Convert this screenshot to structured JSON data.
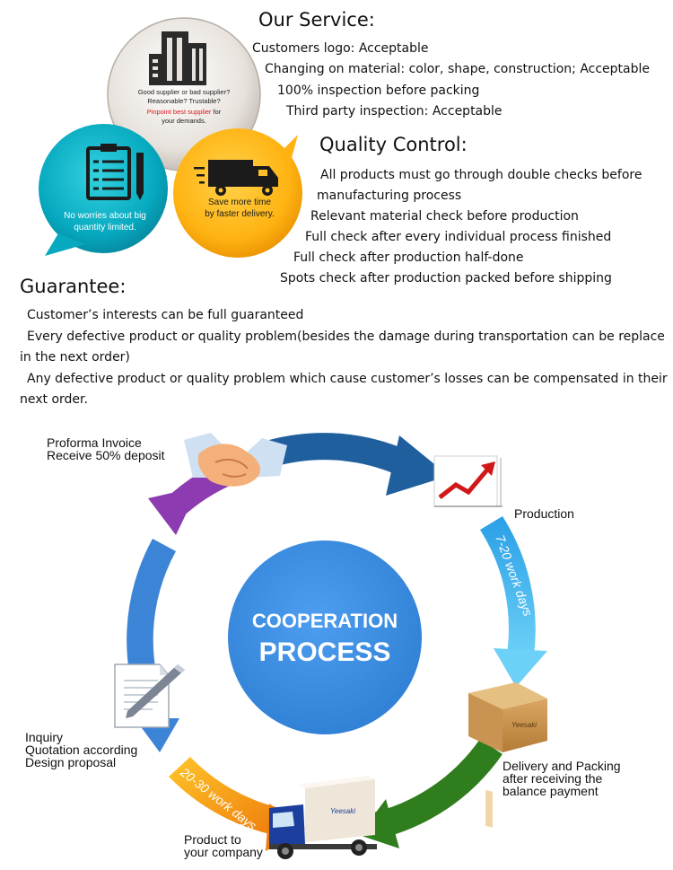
{
  "service": {
    "title": "Our Service:",
    "items": [
      "Customers logo: Acceptable",
      "Changing on material: color, shape, construction;  Acceptable",
      "100% inspection before packing",
      "Third party inspection: Acceptable"
    ]
  },
  "bubbles": {
    "gray": {
      "line1": "Good supplier or bad supplier?",
      "line2": "Reasonable? Trustable?",
      "highlight": "Pinpoint best supplier",
      "tail1": " for",
      "tail2": "your demands."
    },
    "teal": {
      "line1": "No worries about big",
      "line2": "quantity limited."
    },
    "orange": {
      "line1": "Save more time",
      "line2": "by faster delivery."
    }
  },
  "quality": {
    "title": "Quality Control:",
    "items": [
      "All products must go through double checks before",
      "manufacturing process",
      "Relevant material check before production",
      "Full check after every individual process finished",
      "Full check after production half-done",
      "Spots check after production packed before shipping"
    ]
  },
  "guarantee": {
    "title": "Guarantee:",
    "lines": [
      "Customer’s interests can be full guaranteed",
      "Every defective product or quality problem(besides the damage during transportation can be replace",
      "in the next order)",
      "Any defective product or quality problem which cause customer’s losses can be compensated in their",
      "next order."
    ]
  },
  "process": {
    "center_line1": "COOPERATION",
    "center_line2": "PROCESS",
    "arc_label_1": "7-20 work days",
    "arc_label_2": "20-30 work days",
    "steps": {
      "proforma": [
        "Proforma Invoice",
        "Receive 50% deposit"
      ],
      "production": [
        "Production"
      ],
      "delivery": [
        "Delivery and Packing",
        "after receiving the",
        "balance payment"
      ],
      "product": [
        "Product to",
        "your company"
      ],
      "inquiry": [
        "Inquiry",
        "Quotation according",
        "Design proposal"
      ]
    },
    "box_text": "Yeesaki",
    "colors": {
      "center": "#3d8fe0",
      "purple": "#8c3bb0",
      "dark_blue": "#1f5f9e",
      "light_blue": "#3aa8e8",
      "green": "#2f7d1c",
      "orange": "#f08a14",
      "blue": "#3c84d6"
    }
  }
}
